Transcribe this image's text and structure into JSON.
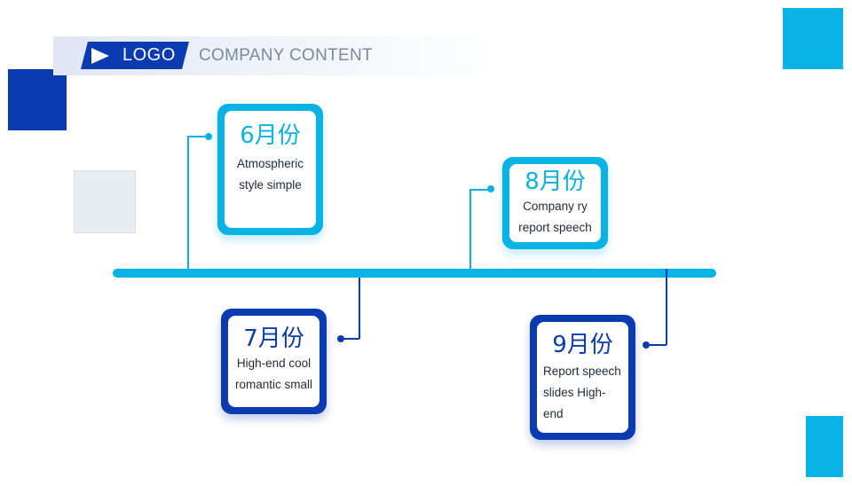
{
  "header": {
    "logo_label": "LOGO",
    "subtitle": "COMPANY CONTENT"
  },
  "colors": {
    "cyan": "#0ab3e6",
    "navy": "#0a3bb0",
    "gray_square": "#e8edf3"
  },
  "timeline": {
    "items": [
      {
        "month": "6月份",
        "lines": [
          "Atmospheric",
          "style simple"
        ],
        "color": "cyan",
        "position": "above"
      },
      {
        "month": "7月份",
        "lines": [
          "High-end cool",
          "romantic small"
        ],
        "color": "navy",
        "position": "below"
      },
      {
        "month": "8月份",
        "lines": [
          "Company ry",
          "report speech"
        ],
        "color": "cyan",
        "position": "above"
      },
      {
        "month": "9月份",
        "lines": [
          "Report speech",
          "slides High-",
          "end"
        ],
        "color": "navy",
        "position": "below"
      }
    ]
  }
}
